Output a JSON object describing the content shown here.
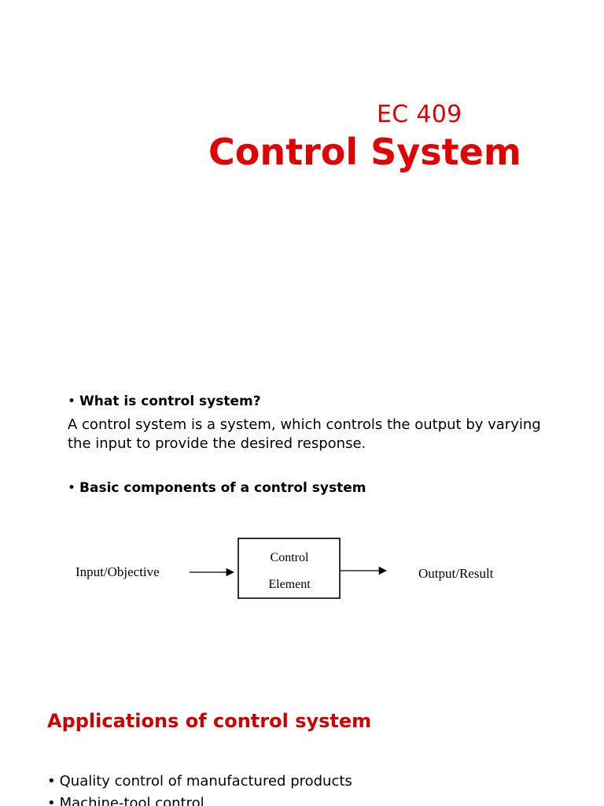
{
  "slide": {
    "course_code": "EC 409",
    "title": "Control System"
  },
  "sections": {
    "question1": "What is control system?",
    "definition_line1": "A control system is a system, which controls the output by varying",
    "definition_line2": "the input to provide the desired response.",
    "question2": "Basic components of a control system"
  },
  "diagram": {
    "input_label": "Input/Objective",
    "block_line1": "Control",
    "block_line2": "Element",
    "output_label": "Output/Result"
  },
  "applications": {
    "heading": "Applications of control system",
    "items": [
      "Quality control of manufactured products",
      "Machine-tool control"
    ]
  },
  "colors": {
    "title_red": "#e00000",
    "heading_red": "#cc0000"
  }
}
